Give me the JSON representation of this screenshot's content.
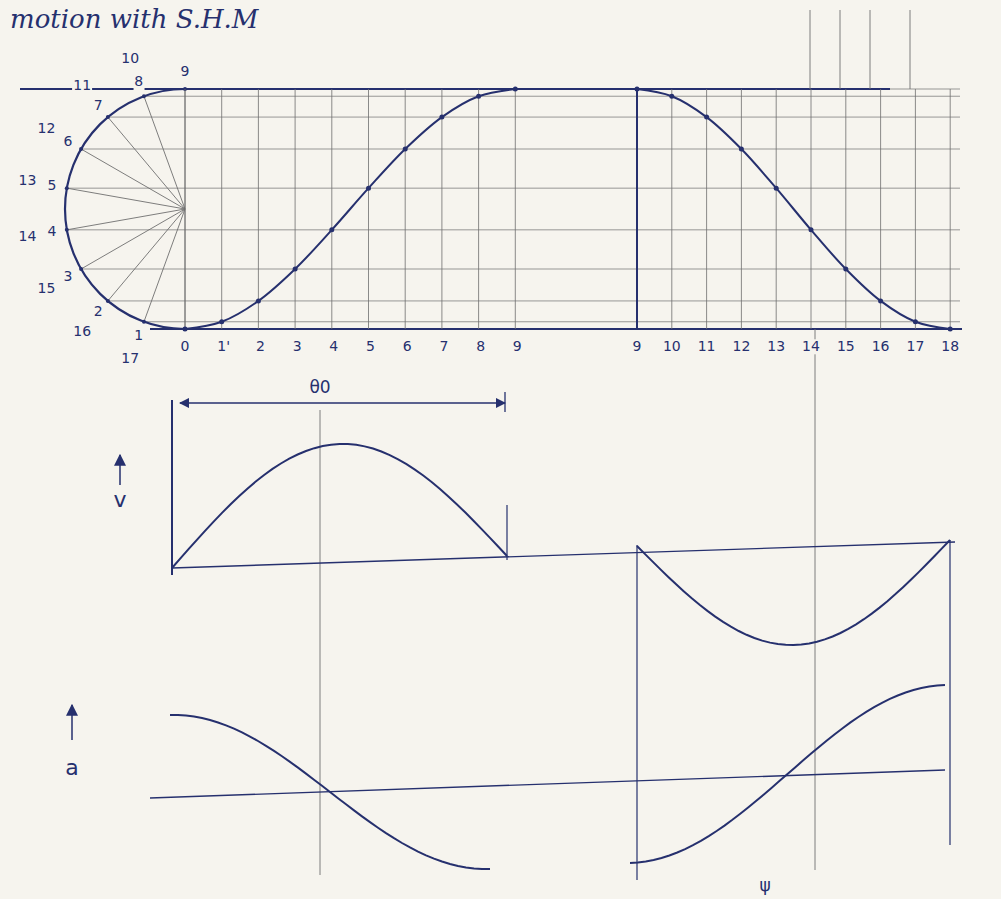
{
  "diagram": {
    "title": "motion with S.H.M",
    "labels": [
      "1",
      "2",
      "3",
      "4",
      "5",
      "6",
      "7",
      "8",
      "9",
      "10",
      "11",
      "12",
      "13",
      "14",
      "15",
      "16",
      "17",
      "0",
      "1'",
      "2",
      "3",
      "4",
      "5",
      "6",
      "7",
      "8",
      "9",
      "9",
      "10",
      "11",
      "12",
      "13",
      "14",
      "15",
      "16",
      "17",
      "18",
      "θ0",
      "v",
      "a",
      "ψ"
    ]
  }
}
